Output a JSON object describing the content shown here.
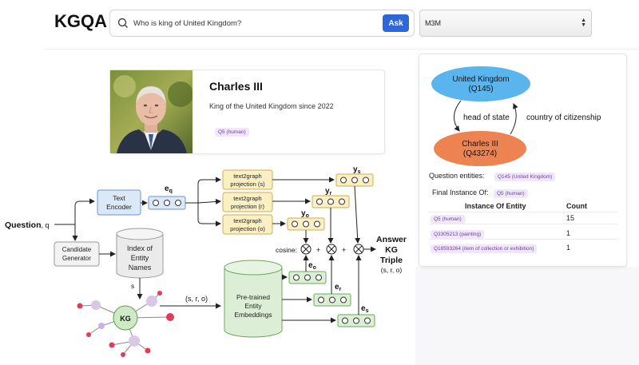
{
  "app": {
    "logo": "KGQA"
  },
  "search": {
    "query": "Who is king of United Kingdom?",
    "ask_label": "Ask"
  },
  "model_select": {
    "value": "M3M"
  },
  "entity_card": {
    "title": "Charles III",
    "description": "King of the United Kingdom since 2022",
    "badge": "Q5 (human)"
  },
  "graph": {
    "top_node": {
      "line1": "United Kingdom",
      "line2": "(Q145)",
      "color": "#5ab4ee"
    },
    "bottom_node": {
      "line1": "Charles III",
      "line2": "(Q43274)",
      "color": "#ee8352"
    },
    "edge_left": "head of state",
    "edge_right": "country of citizenship"
  },
  "results": {
    "question_entities_label": "Question entities:",
    "question_entities_tag": "Q145 (United Kingdom)",
    "final_instance_label": "Final Instance Of:",
    "final_instance_tag": "Q5 (human)",
    "table_headers": [
      "Instance Of Entity",
      "Count"
    ],
    "rows": [
      {
        "entity": "Q5 (human)",
        "count": "15"
      },
      {
        "entity": "Q3305213 (painting)",
        "count": "1"
      },
      {
        "entity": "Q18593264 (item of collection or exhibition)",
        "count": "1"
      }
    ]
  },
  "diagram": {
    "question_label": "Question",
    "question_var": ", q",
    "text_encoder": [
      "Text",
      "Encoder"
    ],
    "eq": "e",
    "eq_sub": "q",
    "proj_s": [
      "text2graph",
      "projection (s)"
    ],
    "proj_r": [
      "text2graph",
      "projection (r)"
    ],
    "proj_o": [
      "text2graph",
      "projection (o)"
    ],
    "ys": "y",
    "ys_sub": "s",
    "yr": "y",
    "yr_sub": "r",
    "yo": "y",
    "yo_sub": "o",
    "cosine": "cosine:",
    "plus": "+",
    "answer": [
      "Answer",
      "KG",
      "Triple"
    ],
    "answer_triple": "(s, r, o)",
    "candidate": [
      "Candidate",
      "Generator"
    ],
    "index": [
      "Index of",
      "Entity",
      "Names"
    ],
    "s_label": "s",
    "kg": "KG",
    "sro": "(s, r, o)",
    "embeddings": [
      "Pre-trained",
      "Entity",
      "Embeddings"
    ],
    "eo": "e",
    "eo_sub": "o",
    "er": "e",
    "er_sub": "r",
    "es": "e",
    "es_sub": "s",
    "colors": {
      "encoder": "#dbe8f8",
      "projection": "#fbefc4",
      "embedding": "#dcefd6",
      "kg_node": "#d9c7e8",
      "kg_center": "#cdeac4"
    }
  }
}
